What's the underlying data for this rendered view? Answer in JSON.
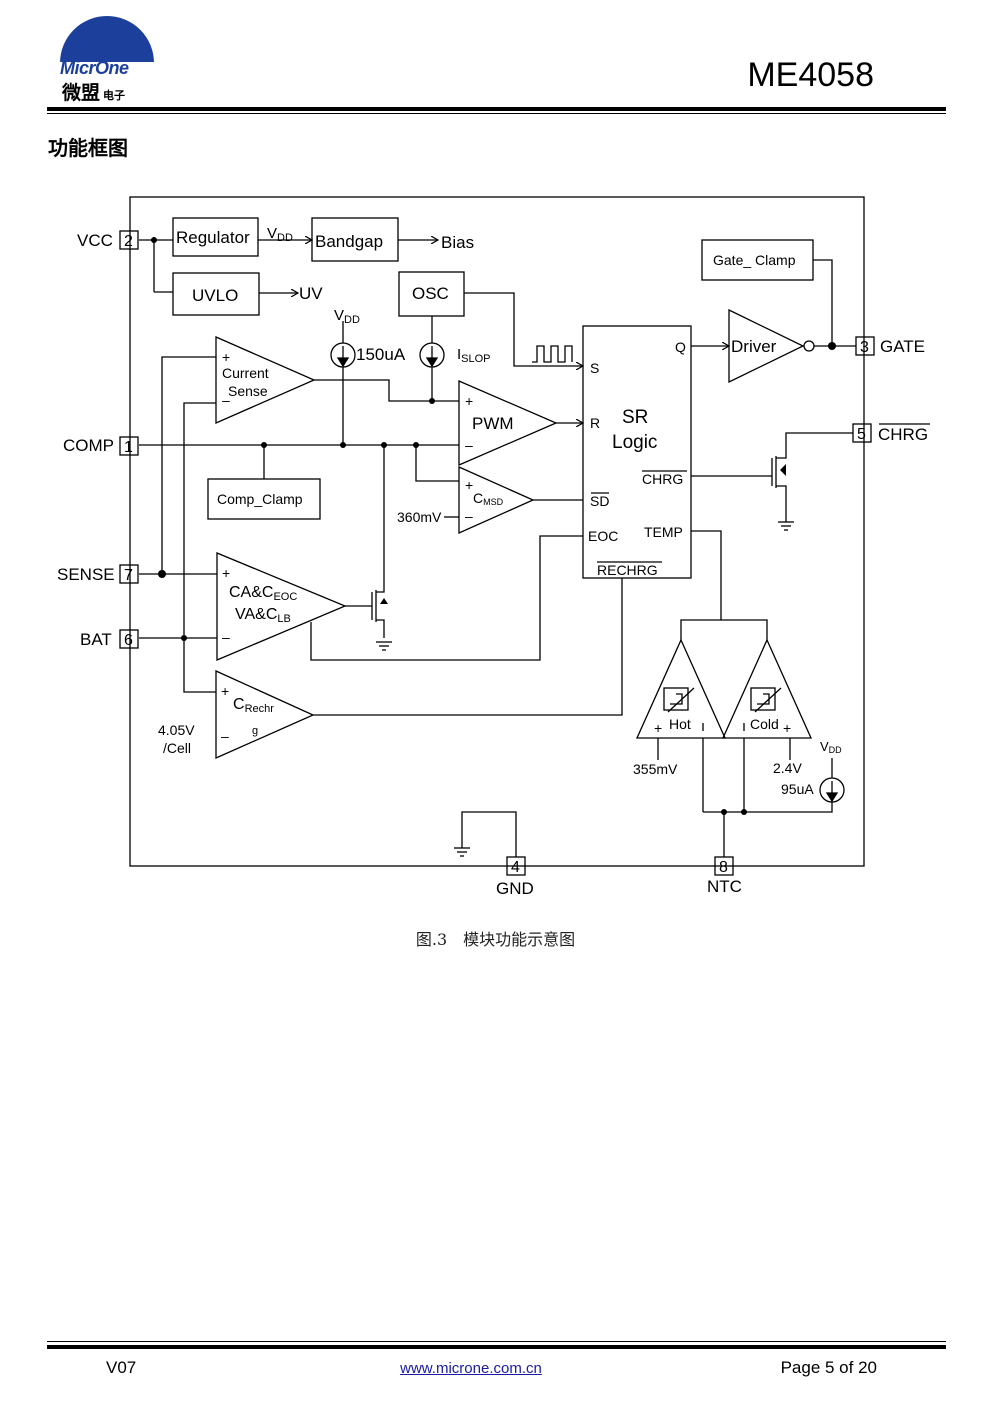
{
  "header": {
    "logo_brand": "MicrOne",
    "logo_cn": "微盟",
    "logo_cn_small": "电子",
    "part_number": "ME4058"
  },
  "section_title": "功能框图",
  "diagram": {
    "pins": {
      "vcc": {
        "name": "VCC",
        "num": "2"
      },
      "comp": {
        "name": "COMP",
        "num": "1"
      },
      "sense": {
        "name": "SENSE",
        "num": "7"
      },
      "bat": {
        "name": "BAT",
        "num": "6"
      },
      "gate": {
        "name": "GATE",
        "num": "3"
      },
      "chrg": {
        "name": "CHRG",
        "num": "5"
      },
      "gnd": {
        "name": "GND",
        "num": "4"
      },
      "ntc": {
        "name": "NTC",
        "num": "8"
      }
    },
    "blocks": {
      "regulator": "Regulator",
      "bandgap": "Bandgap",
      "bias": "Bias",
      "uvlo": "UVLO",
      "uv": "UV",
      "osc": "OSC",
      "gate_clamp": "Gate_ Clamp",
      "driver": "Driver",
      "comp_clamp": "Comp_Clamp",
      "pwm": "PWM",
      "sr_line1": "SR",
      "sr_line2": "Logic",
      "current_sense_1": "Current",
      "current_sense_2": "Sense",
      "ca_line1": "CA&C",
      "ca_sub1": "EOC",
      "ca_line2": "VA&C",
      "ca_sub2": "LB",
      "cmsd": "C",
      "cmsd_sub": "MSD",
      "crech": "C",
      "crech_sub": "Rechr",
      "crech_g": "g",
      "hot": "Hot",
      "cold": "Cold"
    },
    "sr_pins": {
      "s": "S",
      "r": "R",
      "q": "Q",
      "chrg": "CHRG",
      "sd": "SD",
      "eoc": "EOC",
      "temp": "TEMP",
      "rechrg": "RECHRG"
    },
    "labels": {
      "vdd": "V",
      "vdd_sub": "DD",
      "i150": "150uA",
      "islop": "I",
      "islop_sub": "SLOP",
      "mv360": "360mV",
      "v405": "4.05V",
      "cell": "/Cell",
      "mv355": "355mV",
      "v24": "2.4V",
      "ua95": "95uA",
      "plus": "+",
      "minus": "–"
    }
  },
  "caption": "图.3　模块功能示意图",
  "footer": {
    "version": "V07",
    "url": "www.microne.com.cn",
    "page": "Page 5 of 20"
  }
}
